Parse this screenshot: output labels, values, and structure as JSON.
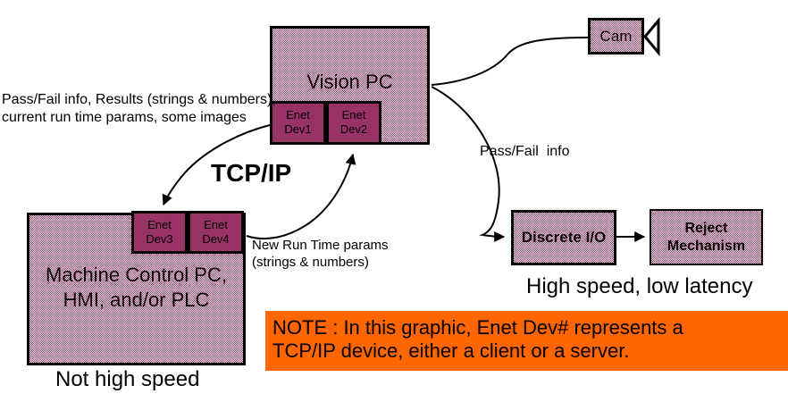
{
  "colors": {
    "plum": "#993366",
    "orange": "#ff6600",
    "ink": "#000000"
  },
  "nodes": {
    "vision_pc": {
      "label": "Vision PC"
    },
    "enet_dev1": {
      "line1": "Enet",
      "line2": "Dev1"
    },
    "enet_dev2": {
      "line1": "Enet",
      "line2": "Dev2"
    },
    "enet_dev3": {
      "line1": "Enet",
      "line2": "Dev3"
    },
    "enet_dev4": {
      "line1": "Enet",
      "line2": "Dev4"
    },
    "cam": {
      "label": "Cam"
    },
    "machine_control": {
      "line1": "Machine Control PC,",
      "line2": "HMI, and/or PLC"
    },
    "discrete_io": {
      "label": "Discrete I/O"
    },
    "reject_mechanism": {
      "line1": "Reject",
      "line2": "Mechanism"
    }
  },
  "labels": {
    "vision_outputs": {
      "line1": "Pass/Fail info, Results (strings & numbers),",
      "line2": "current run time params, some images"
    },
    "tcp_ip": "TCP/IP",
    "pass_fail_info": "Pass/Fail  info",
    "new_run_time": {
      "line1": "New Run Time params",
      "line2": "(strings & numbers)"
    },
    "high_speed": "High speed, low latency",
    "not_high_speed": "Not high speed"
  },
  "note": {
    "line1": "NOTE : In this graphic, Enet Dev# represents a",
    "line2": "TCP/IP device, either a client or a server."
  }
}
